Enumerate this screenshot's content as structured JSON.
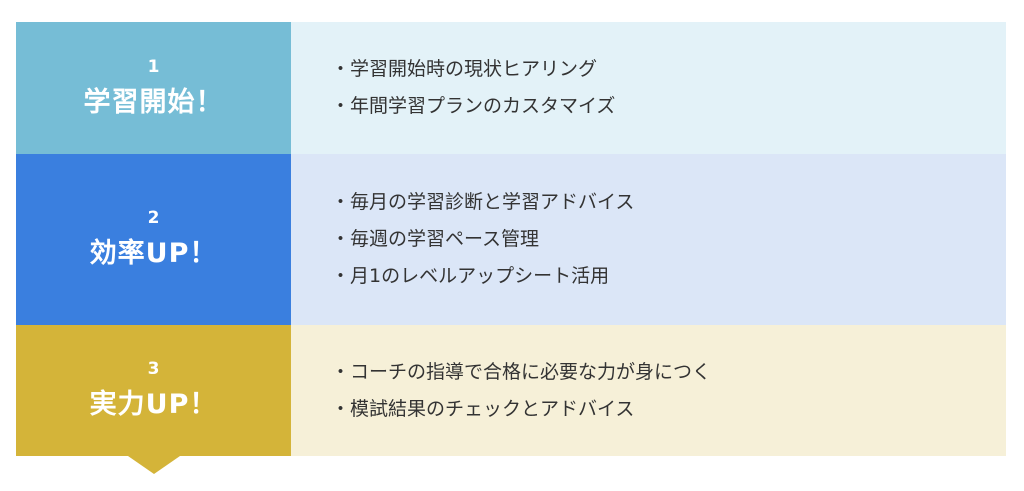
{
  "colors": {
    "step1_bg": "#76bdd6",
    "step1_content_bg": "#e3f2f8",
    "step2_bg": "#3a7fdf",
    "step2_content_bg": "#dbe6f7",
    "step3_bg": "#d4b439",
    "step3_content_bg": "#f6f0d8",
    "text": "#333333"
  },
  "steps": [
    {
      "number": "1",
      "title": "学習開始！",
      "items": [
        "・学習開始時の現状ヒアリング",
        "・年間学習プランのカスタマイズ"
      ]
    },
    {
      "number": "2",
      "title": "効率UP！",
      "items": [
        "・毎月の学習診断と学習アドバイス",
        "・毎週の学習ペース管理",
        "・月1のレベルアップシート活用"
      ]
    },
    {
      "number": "3",
      "title": "実力UP！",
      "items": [
        "・コーチの指導で合格に必要な力が身につく",
        "・模試結果のチェックとアドバイス"
      ]
    }
  ]
}
